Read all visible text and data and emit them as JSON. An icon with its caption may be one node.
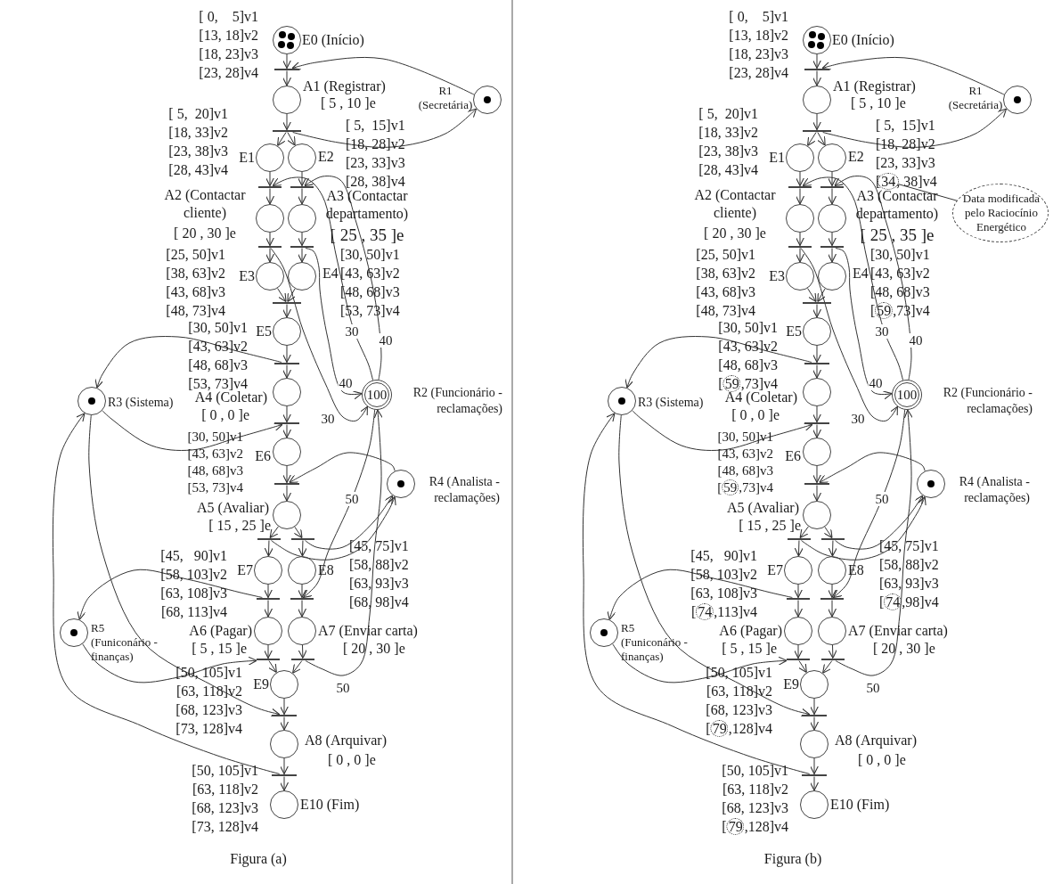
{
  "diagram": {
    "nodes": [
      {
        "text": [
          "E0 (Início)"
        ],
        "beside": [
          "[ 0,    5]v1",
          "[13, 18]v2",
          "[18, 23]v3",
          "[23, 28]v4"
        ]
      },
      {
        "text": [
          "R1 (Secretária)"
        ]
      },
      {
        "text": [
          "A1 (Registrar)"
        ],
        "beside": [
          "[ 5 , 10 ]e"
        ]
      },
      {
        "text": [
          "E1"
        ],
        "beside": [
          "[ 5,  20]v1",
          "[18, 33]v2",
          "[23, 38]v3",
          "[28, 43]v4"
        ]
      },
      {
        "text": [
          "E2"
        ],
        "beside": [
          "[ 5,  15]v1",
          "[18, 28]v2",
          "[23, 33]v3",
          "[28, 38]v4"
        ]
      },
      {
        "text": [
          "A2 (Contactar cliente)"
        ],
        "beside": [
          "[ 20 , 30 ]e"
        ]
      },
      {
        "text": [
          "A3 (Contactar departamento)"
        ],
        "beside": [
          "[ 25 , 35 ]e"
        ]
      },
      {
        "text": [
          "E3"
        ],
        "beside": [
          "[25, 50]v1",
          "[38, 63]v2",
          "[43, 68]v3",
          "[48, 73]v4"
        ]
      },
      {
        "text": [
          "E4"
        ],
        "beside": [
          "[30, 50]v1",
          "[43, 63]v2",
          "[48, 68]v3",
          "[53, 73]v4"
        ]
      },
      {
        "text": [
          "E5"
        ],
        "beside": [
          "[30, 50]v1",
          "[43, 63]v2",
          "[48, 68]v3",
          "[53, 73]v4"
        ]
      },
      {
        "text": [
          "R3 (Sistema)"
        ]
      },
      {
        "text": [
          "A4 (Coletar)"
        ],
        "beside": [
          "[ 0 , 0 ]e"
        ]
      },
      {
        "text": [
          "100",
          "R2 (Funcionário - reclamações)"
        ]
      },
      {
        "text": [
          "E6"
        ],
        "beside": [
          "[30, 50]v1",
          "[43, 63]v2",
          "[48, 68]v3",
          "[53, 73]v4"
        ]
      },
      {
        "text": [
          "R4 (Analista - reclamações)"
        ]
      },
      {
        "text": [
          "A5 (Avaliar)"
        ],
        "beside": [
          "[ 15 , 25 ]e"
        ]
      },
      {
        "text": [
          "E7"
        ],
        "beside": [
          "[45,   90]v1",
          "[58, 103]v2",
          "[63, 108]v3",
          "[68, 113]v4"
        ]
      },
      {
        "text": [
          "E8"
        ],
        "beside": [
          "[45, 75]v1",
          "[58, 88]v2",
          "[63, 93]v3",
          "[68, 98]v4"
        ]
      },
      {
        "text": [
          "R5 (Funiconário - finanças)"
        ]
      },
      {
        "text": [
          "A6 (Pagar)"
        ],
        "beside": [
          "[ 5 , 15 ]e"
        ]
      },
      {
        "text": [
          "A7 (Enviar carta)"
        ],
        "beside": [
          "[ 20 , 30 ]e"
        ]
      },
      {
        "text": [
          "E9"
        ],
        "beside": [
          "[50, 105]v1",
          "[63, 118]v2",
          "[68, 123]v3",
          "[73, 128]v4"
        ]
      },
      {
        "text": [
          "A8 (Arquivar)"
        ],
        "beside": [
          "[ 0 , 0 ]e"
        ]
      },
      {
        "text": [
          "E10 (Fim)"
        ],
        "beside": [
          "[50, 105]v1",
          "[63, 118]v2",
          "[68, 123]v3",
          "[73, 128]v4"
        ]
      },
      {
        "text": [],
        "shape": "bar"
      },
      {
        "text": [],
        "shape": "bar"
      },
      {
        "text": [],
        "shape": "bar"
      },
      {
        "text": [],
        "shape": "bar"
      },
      {
        "text": [],
        "shape": "bar"
      },
      {
        "text": [],
        "shape": "bar"
      },
      {
        "text": [],
        "shape": "bar"
      },
      {
        "text": [],
        "shape": "bar"
      },
      {
        "text": [],
        "shape": "bar"
      },
      {
        "text": [],
        "shape": "bar"
      },
      {
        "text": [],
        "shape": "bar"
      },
      {
        "text": [],
        "shape": "bar"
      },
      {
        "text": [],
        "shape": "bar"
      },
      {
        "text": [],
        "shape": "bar"
      },
      {
        "text": [],
        "shape": "bar"
      },
      {
        "text": [],
        "shape": "bar"
      },
      {
        "text": [],
        "shape": "bar"
      },
      {
        "text": [],
        "shape": "bar"
      },
      {
        "text": [
          "E0 (Início)"
        ],
        "beside": [
          "[ 0,    5]v1",
          "[13, 18]v2",
          "[18, 23]v3",
          "[23, 28]v4"
        ]
      },
      {
        "text": [
          "R1 (Secretária)"
        ]
      },
      {
        "text": [
          "A1 (Registrar)"
        ],
        "beside": [
          "[ 5 , 10 ]e"
        ]
      },
      {
        "text": [
          "E1"
        ],
        "beside": [
          "[ 5,  20]v1",
          "[18, 33]v2",
          "[23, 38]v3",
          "[28, 43]v4"
        ]
      },
      {
        "text": [
          "E2"
        ],
        "beside": [
          "[ 5,  15]v1",
          "[18, 28]v2",
          "[23, 33]v3",
          "[34, 38]v4"
        ]
      },
      {
        "text": [
          "A2 (Contactar cliente)"
        ],
        "beside": [
          "[ 20 , 30 ]e"
        ]
      },
      {
        "text": [
          "A3 (Contactar departamento)"
        ],
        "beside": [
          "[ 25 , 35 ]e"
        ]
      },
      {
        "text": [
          "E3"
        ],
        "beside": [
          "[25, 50]v1",
          "[38, 63]v2",
          "[43, 68]v3",
          "[48, 73]v4"
        ]
      },
      {
        "text": [
          "E4"
        ],
        "beside": [
          "[30, 50]v1",
          "[43, 63]v2",
          "[48, 68]v3",
          "[59,73]v4"
        ]
      },
      {
        "text": [
          "E5"
        ],
        "beside": [
          "[30, 50]v1",
          "[43, 63]v2",
          "[48, 68]v3",
          "[59,73]v4"
        ]
      },
      {
        "text": [
          "R3 (Sistema)"
        ]
      },
      {
        "text": [
          "A4 (Coletar)"
        ],
        "beside": [
          "[ 0 , 0 ]e"
        ]
      },
      {
        "text": [
          "100",
          "R2 (Funcionário - reclamações)"
        ]
      },
      {
        "text": [
          "E6"
        ],
        "beside": [
          "[30, 50]v1",
          "[43, 63]v2",
          "[48, 68]v3",
          "[59,73]v4"
        ]
      },
      {
        "text": [
          "R4 (Analista - reclamações)"
        ]
      },
      {
        "text": [
          "A5 (Avaliar)"
        ],
        "beside": [
          "[ 15 , 25 ]e"
        ]
      },
      {
        "text": [
          "E7"
        ],
        "beside": [
          "[45,   90]v1",
          "[58, 103]v2",
          "[63, 108]v3",
          "[74,113]v4"
        ]
      },
      {
        "text": [
          "E8"
        ],
        "beside": [
          "[45, 75]v1",
          "[58, 88]v2",
          "[63, 93]v3",
          "[74,98]v4"
        ]
      },
      {
        "text": [
          "R5 (Funiconário - finanças)"
        ]
      },
      {
        "text": [
          "A6 (Pagar)"
        ],
        "beside": [
          "[ 5 , 15 ]e"
        ]
      },
      {
        "text": [
          "A7 (Enviar carta)"
        ],
        "beside": [
          "[ 20 , 30 ]e"
        ]
      },
      {
        "text": [
          "E9"
        ],
        "beside": [
          "[50, 105]v1",
          "[63, 118]v2",
          "[68, 123]v3",
          "[79,128]v4"
        ]
      },
      {
        "text": [
          "A8 (Arquivar)"
        ],
        "beside": [
          "[ 0 , 0 ]e"
        ]
      },
      {
        "text": [
          "E10 (Fim)"
        ],
        "beside": [
          "[50, 105]v1",
          "[63, 118]v2",
          "[68, 123]v3",
          "[79,128]v4"
        ]
      },
      {
        "text": [],
        "shape": "bar"
      },
      {
        "text": [],
        "shape": "bar"
      },
      {
        "text": [],
        "shape": "bar"
      },
      {
        "text": [],
        "shape": "bar"
      },
      {
        "text": [],
        "shape": "bar"
      },
      {
        "text": [],
        "shape": "bar"
      },
      {
        "text": [],
        "shape": "bar"
      },
      {
        "text": [],
        "shape": "bar"
      },
      {
        "text": [],
        "shape": "bar"
      },
      {
        "text": [],
        "shape": "bar"
      },
      {
        "text": [],
        "shape": "bar"
      },
      {
        "text": [],
        "shape": "bar"
      },
      {
        "text": [],
        "shape": "bar"
      },
      {
        "text": [],
        "shape": "bar"
      },
      {
        "text": [],
        "shape": "bar"
      },
      {
        "text": [],
        "shape": "bar"
      },
      {
        "text": [],
        "shape": "bar"
      },
      {
        "text": [],
        "shape": "bar"
      },
      {
        "text": [
          "Data modificada pelo Raciocínio Energético"
        ]
      },
      {
        "text": [],
        "shape": "circle"
      }
    ],
    "edges": [
      {
        "from": 0,
        "to": 24,
        "arrow": "to"
      },
      {
        "from": 24,
        "to": 2,
        "arrow": "to"
      },
      {
        "from": 2,
        "to": 25,
        "arrow": "to"
      },
      {
        "from": 25,
        "to": 3,
        "arrow": "to"
      },
      {
        "from": 25,
        "to": 4,
        "arrow": "to"
      },
      {
        "from": 3,
        "to": 26,
        "arrow": "to"
      },
      {
        "from": 26,
        "to": 5,
        "arrow": "to"
      },
      {
        "from": 4,
        "to": 27,
        "arrow": "to"
      },
      {
        "from": 27,
        "to": 6,
        "arrow": "to"
      },
      {
        "from": 5,
        "to": 28,
        "arrow": "to"
      },
      {
        "from": 28,
        "to": 7,
        "arrow": "to"
      },
      {
        "from": 6,
        "to": 29,
        "arrow": "to"
      },
      {
        "from": 29,
        "to": 8,
        "arrow": "to"
      },
      {
        "from": 7,
        "to": 30,
        "arrow": "to"
      },
      {
        "from": 8,
        "to": 30,
        "arrow": "to"
      },
      {
        "from": 30,
        "to": 9,
        "arrow": "to"
      },
      {
        "from": 9,
        "to": 31,
        "arrow": "to"
      },
      {
        "from": 31,
        "to": 11,
        "arrow": "to"
      },
      {
        "from": 11,
        "to": 32,
        "arrow": "to"
      },
      {
        "from": 32,
        "to": 13,
        "arrow": "to"
      },
      {
        "from": 13,
        "to": 33,
        "arrow": "to"
      },
      {
        "from": 33,
        "to": 15,
        "arrow": "to"
      },
      {
        "from": 15,
        "to": 34,
        "arrow": "to"
      },
      {
        "from": 34,
        "to": 16,
        "arrow": "to"
      },
      {
        "from": 15,
        "to": 35,
        "arrow": "to"
      },
      {
        "from": 35,
        "to": 17,
        "arrow": "to"
      },
      {
        "from": 16,
        "to": 36,
        "arrow": "to"
      },
      {
        "from": 36,
        "to": 19,
        "arrow": "to"
      },
      {
        "from": 17,
        "to": 37,
        "arrow": "to"
      },
      {
        "from": 37,
        "to": 20,
        "arrow": "to"
      },
      {
        "from": 19,
        "to": 38,
        "arrow": "to"
      },
      {
        "from": 38,
        "to": 21,
        "arrow": "to"
      },
      {
        "from": 20,
        "to": 39,
        "arrow": "to"
      },
      {
        "from": 39,
        "to": 21,
        "arrow": "to"
      },
      {
        "from": 21,
        "to": 40,
        "arrow": "to"
      },
      {
        "from": 40,
        "to": 22,
        "arrow": "to"
      },
      {
        "from": 22,
        "to": 41,
        "arrow": "to"
      },
      {
        "from": 41,
        "to": 23,
        "arrow": "to"
      },
      {
        "from": 1,
        "to": 24,
        "arrow": "to"
      },
      {
        "from": 25,
        "to": 1,
        "arrow": "to"
      },
      {
        "from": 12,
        "to": 26,
        "arrow": "to",
        "label": "30"
      },
      {
        "from": 12,
        "to": 27,
        "arrow": "to",
        "label": "40"
      },
      {
        "from": 28,
        "to": 12,
        "arrow": "to",
        "label": "30"
      },
      {
        "from": 29,
        "to": 12,
        "arrow": "to",
        "label": "40"
      },
      {
        "from": 12,
        "to": 37,
        "arrow": "to",
        "label": "50"
      },
      {
        "from": 39,
        "to": 12,
        "arrow": "to",
        "label": "50"
      },
      {
        "from": 31,
        "to": 10,
        "arrow": "to"
      },
      {
        "from": 10,
        "to": 32,
        "arrow": "to"
      },
      {
        "from": 14,
        "to": 33,
        "arrow": "to"
      },
      {
        "from": 34,
        "to": 14,
        "arrow": "to"
      },
      {
        "from": 35,
        "to": 14,
        "arrow": "to"
      },
      {
        "from": 36,
        "to": 18,
        "arrow": "to"
      },
      {
        "from": 18,
        "to": 38,
        "arrow": "to"
      },
      {
        "from": 10,
        "to": 40,
        "arrow": "to"
      },
      {
        "from": 41,
        "to": 10,
        "arrow": "to"
      },
      {
        "from": 42,
        "to": 66,
        "arrow": "to"
      },
      {
        "from": 66,
        "to": 44,
        "arrow": "to"
      },
      {
        "from": 44,
        "to": 67,
        "arrow": "to"
      },
      {
        "from": 67,
        "to": 45,
        "arrow": "to"
      },
      {
        "from": 67,
        "to": 46,
        "arrow": "to"
      },
      {
        "from": 45,
        "to": 68,
        "arrow": "to"
      },
      {
        "from": 68,
        "to": 47,
        "arrow": "to"
      },
      {
        "from": 46,
        "to": 69,
        "arrow": "to"
      },
      {
        "from": 69,
        "to": 48,
        "arrow": "to"
      },
      {
        "from": 47,
        "to": 70,
        "arrow": "to"
      },
      {
        "from": 70,
        "to": 49,
        "arrow": "to"
      },
      {
        "from": 48,
        "to": 71,
        "arrow": "to"
      },
      {
        "from": 71,
        "to": 50,
        "arrow": "to"
      },
      {
        "from": 49,
        "to": 72,
        "arrow": "to"
      },
      {
        "from": 50,
        "to": 72,
        "arrow": "to"
      },
      {
        "from": 72,
        "to": 51,
        "arrow": "to"
      },
      {
        "from": 51,
        "to": 73,
        "arrow": "to"
      },
      {
        "from": 73,
        "to": 53,
        "arrow": "to"
      },
      {
        "from": 53,
        "to": 74,
        "arrow": "to"
      },
      {
        "from": 74,
        "to": 55,
        "arrow": "to"
      },
      {
        "from": 55,
        "to": 75,
        "arrow": "to"
      },
      {
        "from": 75,
        "to": 57,
        "arrow": "to"
      },
      {
        "from": 57,
        "to": 76,
        "arrow": "to"
      },
      {
        "from": 76,
        "to": 58,
        "arrow": "to"
      },
      {
        "from": 57,
        "to": 77,
        "arrow": "to"
      },
      {
        "from": 77,
        "to": 59,
        "arrow": "to"
      },
      {
        "from": 58,
        "to": 78,
        "arrow": "to"
      },
      {
        "from": 78,
        "to": 61,
        "arrow": "to"
      },
      {
        "from": 59,
        "to": 79,
        "arrow": "to"
      },
      {
        "from": 79,
        "to": 62,
        "arrow": "to"
      },
      {
        "from": 61,
        "to": 80,
        "arrow": "to"
      },
      {
        "from": 80,
        "to": 63,
        "arrow": "to"
      },
      {
        "from": 62,
        "to": 81,
        "arrow": "to"
      },
      {
        "from": 81,
        "to": 63,
        "arrow": "to"
      },
      {
        "from": 63,
        "to": 82,
        "arrow": "to"
      },
      {
        "from": 82,
        "to": 64,
        "arrow": "to"
      },
      {
        "from": 64,
        "to": 83,
        "arrow": "to"
      },
      {
        "from": 83,
        "to": 65,
        "arrow": "to"
      },
      {
        "from": 43,
        "to": 66,
        "arrow": "to"
      },
      {
        "from": 67,
        "to": 43,
        "arrow": "to"
      },
      {
        "from": 54,
        "to": 68,
        "arrow": "to",
        "label": "30"
      },
      {
        "from": 54,
        "to": 69,
        "arrow": "to",
        "label": "40"
      },
      {
        "from": 70,
        "to": 54,
        "arrow": "to",
        "label": "30"
      },
      {
        "from": 71,
        "to": 54,
        "arrow": "to",
        "label": "40"
      },
      {
        "from": 54,
        "to": 79,
        "arrow": "to",
        "label": "50"
      },
      {
        "from": 81,
        "to": 54,
        "arrow": "to",
        "label": "50"
      },
      {
        "from": 73,
        "to": 52,
        "arrow": "to"
      },
      {
        "from": 52,
        "to": 74,
        "arrow": "to"
      },
      {
        "from": 56,
        "to": 75,
        "arrow": "to"
      },
      {
        "from": 76,
        "to": 56,
        "arrow": "to"
      },
      {
        "from": 77,
        "to": 56,
        "arrow": "to"
      },
      {
        "from": 78,
        "to": 60,
        "arrow": "to"
      },
      {
        "from": 60,
        "to": 80,
        "arrow": "to"
      },
      {
        "from": 52,
        "to": 82,
        "arrow": "to"
      },
      {
        "from": 83,
        "to": 52,
        "arrow": "to"
      },
      {
        "from": 84,
        "to": 85,
        "arrow": "none"
      }
    ],
    "labels": [
      "Figura (a)",
      "Figura (b)"
    ]
  }
}
